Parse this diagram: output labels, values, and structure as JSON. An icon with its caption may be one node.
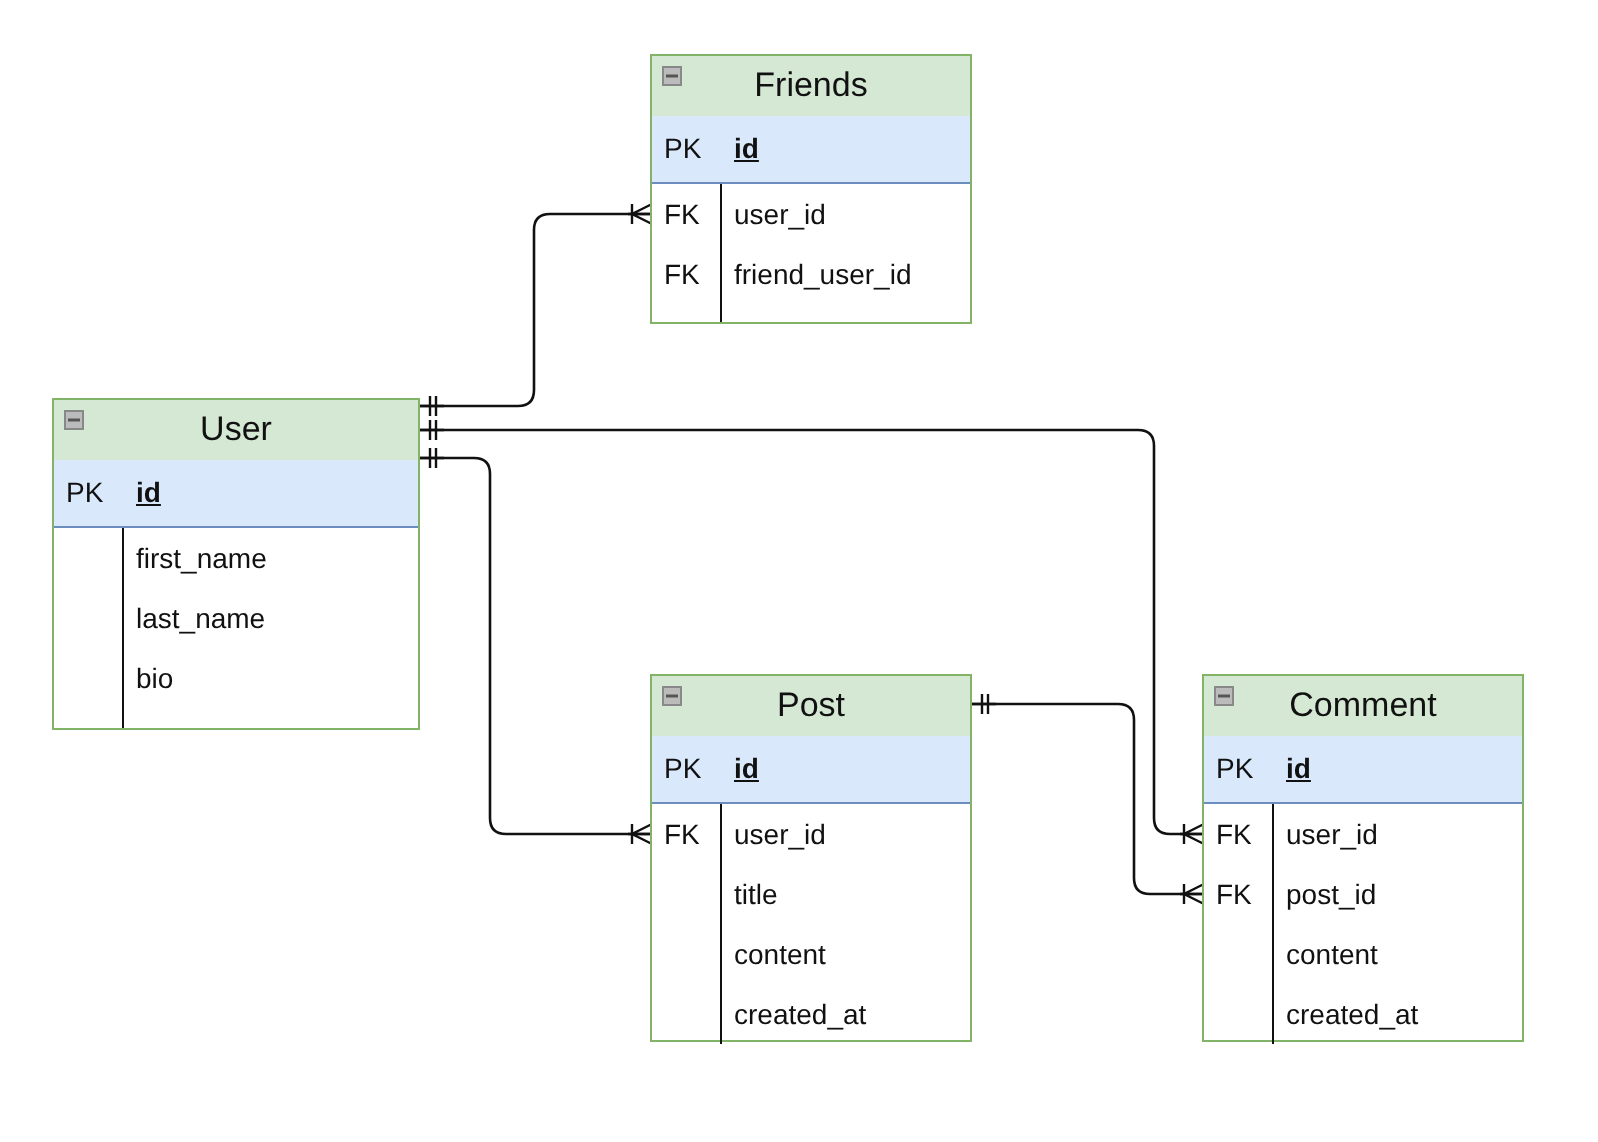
{
  "diagram": {
    "nodes": [
      {
        "text": [
          "Friends"
        ]
      },
      {
        "text": [
          "PK",
          "id"
        ],
        "in": 0
      },
      {
        "text": [
          "FK",
          "user_id"
        ],
        "in": 0
      },
      {
        "text": [
          "FK",
          "friend_user_id"
        ],
        "in": 0
      },
      {
        "text": [
          "User"
        ]
      },
      {
        "text": [
          "PK",
          "id"
        ],
        "in": 4
      },
      {
        "text": [
          "first_name"
        ],
        "in": 4
      },
      {
        "text": [
          "last_name"
        ],
        "in": 4
      },
      {
        "text": [
          "bio"
        ],
        "in": 4
      },
      {
        "text": [
          "Post"
        ]
      },
      {
        "text": [
          "PK",
          "id"
        ],
        "in": 9
      },
      {
        "text": [
          "FK",
          "user_id"
        ],
        "in": 9
      },
      {
        "text": [
          "title"
        ],
        "in": 9
      },
      {
        "text": [
          "content"
        ],
        "in": 9
      },
      {
        "text": [
          "created_at"
        ],
        "in": 9
      },
      {
        "text": [
          "Comment"
        ]
      },
      {
        "text": [
          "PK",
          "id"
        ],
        "in": 15
      },
      {
        "text": [
          "FK",
          "user_id"
        ],
        "in": 15
      },
      {
        "text": [
          "FK",
          "post_id"
        ],
        "in": 15
      },
      {
        "text": [
          "content"
        ],
        "in": 15
      },
      {
        "text": [
          "created_at"
        ],
        "in": 15
      }
    ],
    "edges": [
      {
        "from": 4,
        "to": 2,
        "arrow": "other"
      },
      {
        "from": 4,
        "to": 17,
        "arrow": "other"
      },
      {
        "from": 4,
        "to": 11,
        "arrow": "other"
      },
      {
        "from": 9,
        "to": 18,
        "arrow": "other"
      }
    ]
  }
}
